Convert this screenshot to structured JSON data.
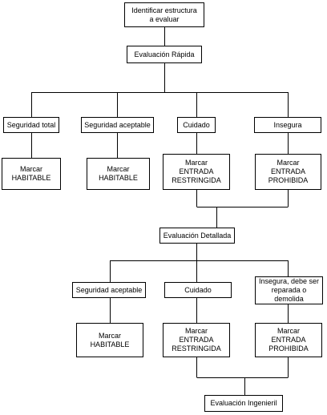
{
  "colors": {
    "line": "#000000",
    "box_border": "#000000",
    "background": "#ffffff"
  },
  "nodes": {
    "identify": "Identificar estructura\na evaluar",
    "rapid": "Evaluación Rápida",
    "r_total": "Seguridad total",
    "r_acceptable": "Seguridad aceptable",
    "r_care": "Cuidado",
    "r_unsafe": "Insegura",
    "r_mark_total": "Marcar\nHABITABLE",
    "r_mark_acceptable": "Marcar\nHABITABLE",
    "r_mark_care": "Marcar\nENTRADA\nRESTRINGIDA",
    "r_mark_unsafe": "Marcar\nENTRADA\nPROHIBIDA",
    "detailed": "Evaluación Detallada",
    "d_acceptable": "Seguridad aceptable",
    "d_care": "Cuidado",
    "d_unsafe": "Insegura, debe ser\nreparada o demolida",
    "d_mark_acceptable": "Marcar\nHABITABLE",
    "d_mark_care": "Marcar\nENTRADA\nRESTRINGIDA",
    "d_mark_unsafe": "Marcar\nENTRADA\nPROHIBIDA",
    "engineering": "Evaluación Ingenieril"
  }
}
